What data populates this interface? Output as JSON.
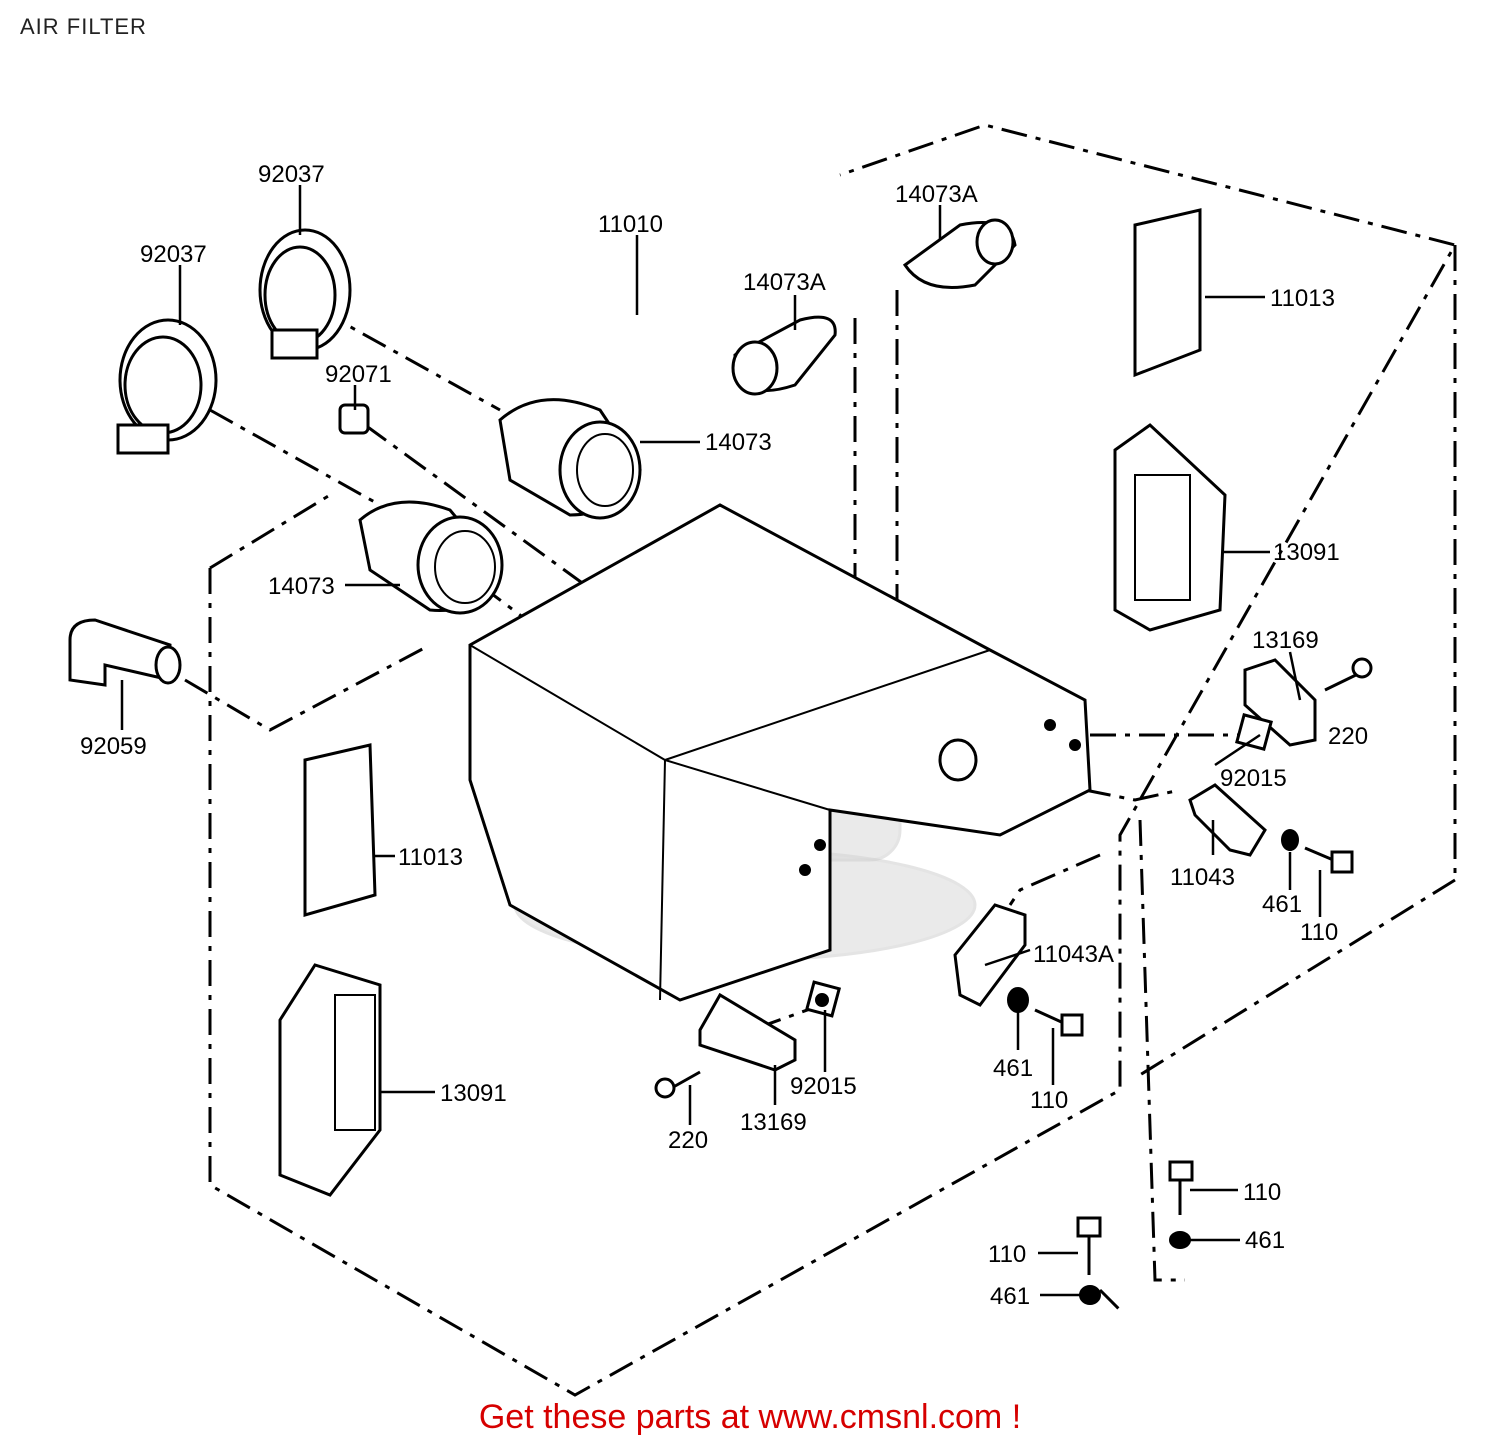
{
  "page": {
    "title": "AIR FILTER"
  },
  "footer": {
    "link_text": "Get these parts at www.cmsnl.com !"
  },
  "callouts": [
    {
      "id": "c-92037-top",
      "text": "92037"
    },
    {
      "id": "c-92037-left",
      "text": "92037"
    },
    {
      "id": "c-11010",
      "text": "11010"
    },
    {
      "id": "c-14073A-top",
      "text": "14073A"
    },
    {
      "id": "c-14073A-mid",
      "text": "14073A"
    },
    {
      "id": "c-11013-right",
      "text": "11013"
    },
    {
      "id": "c-92071",
      "text": "92071"
    },
    {
      "id": "c-14073-right",
      "text": "14073"
    },
    {
      "id": "c-13091-right",
      "text": "13091"
    },
    {
      "id": "c-14073-left",
      "text": "14073"
    },
    {
      "id": "c-13169-right",
      "text": "13169"
    },
    {
      "id": "c-220-right",
      "text": "220"
    },
    {
      "id": "c-92059",
      "text": "92059"
    },
    {
      "id": "c-92015-right",
      "text": "92015"
    },
    {
      "id": "c-11013-left",
      "text": "11013"
    },
    {
      "id": "c-11043",
      "text": "11043"
    },
    {
      "id": "c-461-right",
      "text": "461"
    },
    {
      "id": "c-110-right",
      "text": "110"
    },
    {
      "id": "c-11043A",
      "text": "11043A"
    },
    {
      "id": "c-461-mid",
      "text": "461"
    },
    {
      "id": "c-110-mid",
      "text": "110"
    },
    {
      "id": "c-13091-left",
      "text": "13091"
    },
    {
      "id": "c-92015-bottom",
      "text": "92015"
    },
    {
      "id": "c-220-bottom",
      "text": "220"
    },
    {
      "id": "c-13169-bottom",
      "text": "13169"
    },
    {
      "id": "c-110-br",
      "text": "110"
    },
    {
      "id": "c-461-br",
      "text": "461"
    },
    {
      "id": "c-110-bottom",
      "text": "110"
    },
    {
      "id": "c-461-bottom",
      "text": "461"
    }
  ]
}
